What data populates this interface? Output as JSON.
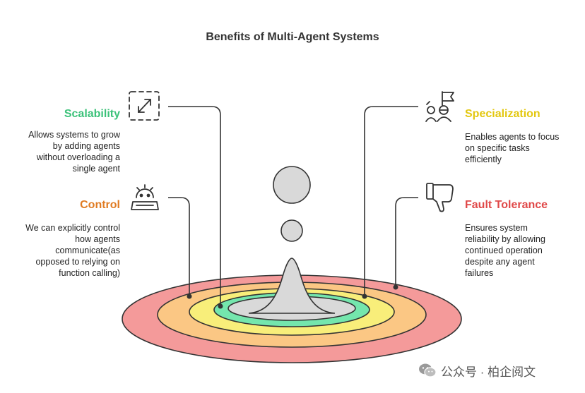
{
  "title": "Benefits of Multi-Agent Systems",
  "colors": {
    "scalability": "#3cc27a",
    "control": "#e07b22",
    "specialization": "#e3c70f",
    "fault_tolerance": "#e04848",
    "ring_outer": "#f49a9a",
    "ring_orange": "#fbc784",
    "ring_yellow": "#f8ee7a",
    "ring_green": "#74e6ad",
    "ring_center": "#d9d9d9"
  },
  "benefits": [
    {
      "id": "scalability",
      "heading": "Scalability",
      "lines": [
        "Allows systems to grow",
        "by adding agents",
        "without overloading a",
        "single agent"
      ],
      "icon": "resize-arrows-icon"
    },
    {
      "id": "control",
      "heading": "Control",
      "lines": [
        "We can explicitly control",
        "how agents",
        "communicate(as",
        "opposed to relying on",
        "function calling)"
      ],
      "icon": "control-panel-icon"
    },
    {
      "id": "specialization",
      "heading": "Specialization",
      "lines": [
        "Enables agents to focus",
        "on specific tasks",
        "efficiently"
      ],
      "icon": "team-flag-icon"
    },
    {
      "id": "fault_tolerance",
      "heading": "Fault Tolerance",
      "lines": [
        "Ensures system",
        "reliability by allowing",
        "continued operation",
        "despite any agent",
        "failures"
      ],
      "icon": "thumbs-down-icon"
    }
  ],
  "watermark": "公众号 · 柏企阅文"
}
